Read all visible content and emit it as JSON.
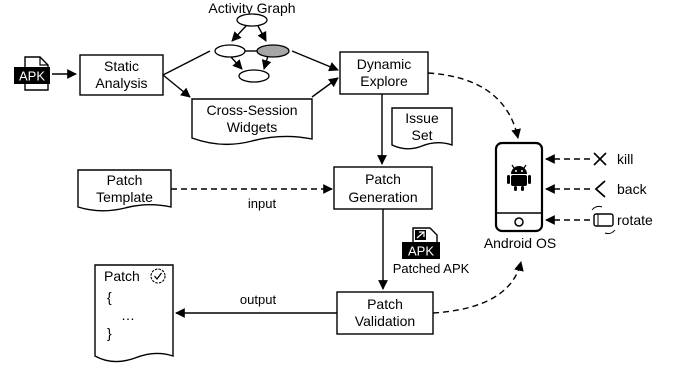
{
  "diagram": {
    "apk_badge": "APK",
    "static_analysis": [
      "Static",
      "Analysis"
    ],
    "activity_graph": "Activity Graph",
    "cross_session_widgets": [
      "Cross-Session",
      "Widgets"
    ],
    "dynamic_explore": [
      "Dynamic",
      "Explore"
    ],
    "issue_set": [
      "Issue",
      "Set"
    ],
    "patch_template": [
      "Patch",
      "Template"
    ],
    "input_label": "input",
    "patch_generation": [
      "Patch",
      "Generation"
    ],
    "patched_apk_badge": "APK",
    "patched_apk_label": "Patched APK",
    "patch_doc": {
      "title": "Patch",
      "lines": [
        "{",
        "…",
        "}"
      ]
    },
    "output_label": "output",
    "patch_validation": [
      "Patch",
      "Validation"
    ],
    "android_os": "Android OS",
    "actions": [
      "kill",
      "back",
      "rotate"
    ]
  }
}
